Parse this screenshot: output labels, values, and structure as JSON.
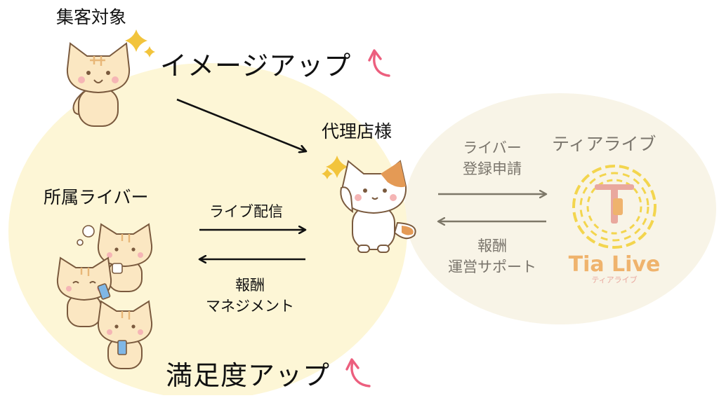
{
  "colors": {
    "left_bg": "#fdf6d6",
    "right_bg": "#f8f4e7",
    "dark_arrow": "#111111",
    "gray_arrow": "#7d7768",
    "up_arrow": "#ec5f7e",
    "cat_fill": "#fbe7c2",
    "cat_stripe": "#e8b778",
    "cat_outline": "#7a5a3e",
    "white_cat_fill": "#ffffff",
    "calico_patch": "#e49a55",
    "sparkle": "#f2c43c",
    "logo_yellow": "#f3d54e",
    "logo_pink": "#e9a89e",
    "logo_orange": "#efb36d",
    "phone_blue": "#7fb7e6"
  },
  "icons": {
    "up_arrow_1": "pink-up-arrow-icon",
    "up_arrow_2": "pink-up-arrow-icon",
    "sparkle": "sparkle-icon",
    "cats": "cat-illustration",
    "logo": "tia-live-logo"
  },
  "diagram": {
    "customer_label": "集客対象",
    "image_up_label": "イメージアップ",
    "agency_label": "代理店様",
    "livers_label": "所属ライバー",
    "live_stream_label": "ライブ配信",
    "reward_mgmt_lines": [
      "報酬",
      "マネジメント"
    ],
    "satisfaction_label": "満足度アップ",
    "tialive_label": "ティアライブ",
    "liver_register_lines": [
      "ライバー",
      "登録申請"
    ],
    "reward_support_lines": [
      "報酬",
      "運営サポート"
    ],
    "logo_text": "Tia Live",
    "logo_subtext": "ティアライブ"
  }
}
